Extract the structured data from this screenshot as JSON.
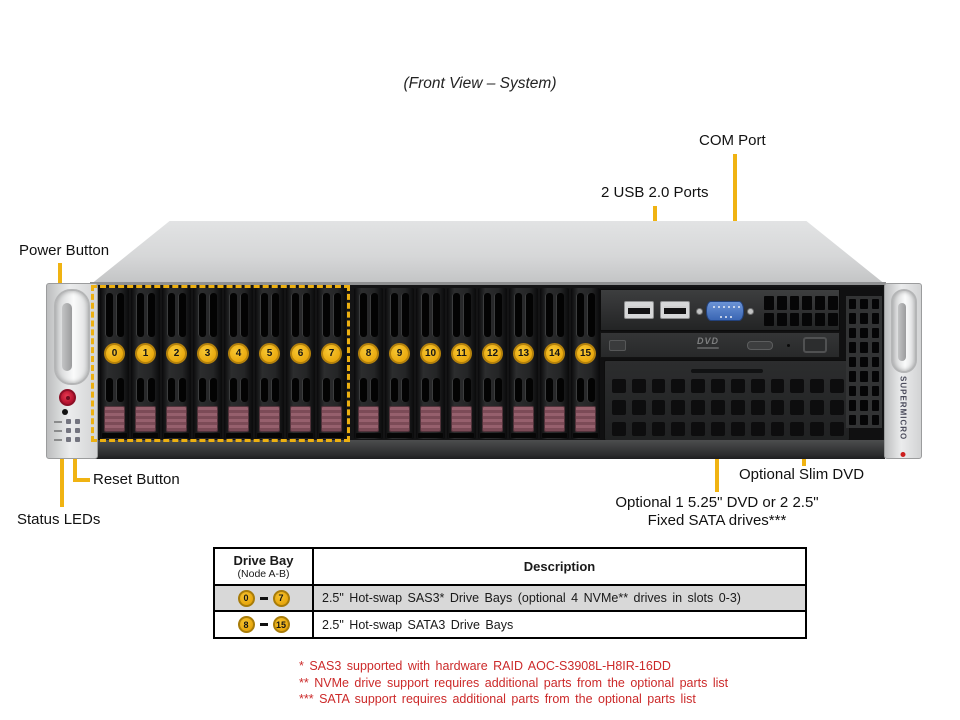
{
  "title": "(Front View – System)",
  "colors": {
    "accent_yellow": "#F0B312",
    "footnote_red": "#CC2A2A",
    "com_port_blue": "#3A66B4",
    "power_button_red": "#B5122E",
    "drive_latch_maroon": "#8A5360",
    "table_row_gray": "#D8D8D8"
  },
  "callouts": {
    "com_port": "COM Port",
    "usb_ports": "2 USB 2.0 Ports",
    "power_button": "Power Button",
    "reset_button": "Reset Button",
    "status_leds": "Status LEDs",
    "slim_dvd": "Optional Slim DVD",
    "dvd_bay_line1": "Optional 1 5.25\" DVD or 2 2.5\"",
    "dvd_bay_line2": "Fixed SATA drives***"
  },
  "server": {
    "brand_vertical": "SUPERMICRO",
    "dvd_logo": "DVD",
    "drive_bays": [
      "0",
      "1",
      "2",
      "3",
      "4",
      "5",
      "6",
      "7",
      "8",
      "9",
      "10",
      "11",
      "12",
      "13",
      "14",
      "15"
    ]
  },
  "table": {
    "header": {
      "col1_line1": "Drive Bay",
      "col1_line2": "(Node A-B)",
      "col2": "Description"
    },
    "rows": [
      {
        "from": "0",
        "to": "7",
        "description": "2.5\" Hot-swap SAS3* Drive Bays (optional 4 NVMe** drives in slots 0-3)"
      },
      {
        "from": "8",
        "to": "15",
        "description": "2.5\" Hot-swap SATA3 Drive Bays"
      }
    ]
  },
  "footnotes": [
    "* SAS3 supported with hardware RAID AOC-S3908L-H8IR-16DD",
    "** NVMe drive support requires additional parts from the optional parts list",
    "*** SATA support requires additional parts from the optional parts list"
  ]
}
